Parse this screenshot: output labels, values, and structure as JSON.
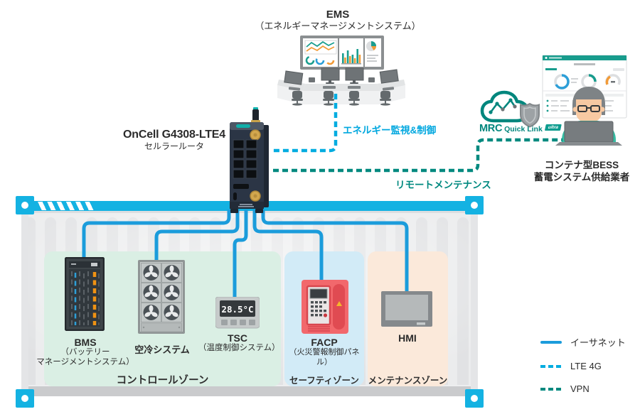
{
  "ems": {
    "title": "EMS",
    "subtitle": "（エネルギーマネージメントシステム）"
  },
  "router": {
    "model": "OnCell G4308-LTE4",
    "type_label": "セルラールータ"
  },
  "links": {
    "energy_monitoring": "エネルギー監視&制御",
    "remote_maintenance": "リモートメンテナンス"
  },
  "mrc": {
    "name_primary": "MRC",
    "name_secondary": "Quick Link",
    "badge": "ultra"
  },
  "supplier": {
    "line1": "コンテナ型BESS",
    "line2": "蓄電システム供給業者"
  },
  "container": {
    "zones": [
      {
        "id": "control",
        "label": "コントロールゾーン",
        "color": "#DAEFE4"
      },
      {
        "id": "safety",
        "label": "セーフティゾーン",
        "color": "#D2EBF7"
      },
      {
        "id": "maintenance",
        "label": "メンテナンスゾーン",
        "color": "#FBE9DA"
      }
    ],
    "devices": {
      "bms": {
        "name": "BMS",
        "desc1": "（バッテリー",
        "desc2": "マネージメントシステム）"
      },
      "cooling": {
        "name": "空冷システム"
      },
      "tsc": {
        "name": "TSC",
        "desc": "（温度制御システム）",
        "display_value": "28.5°C"
      },
      "facp": {
        "name": "FACP",
        "desc": "（火災警報制御パネル）"
      },
      "hmi": {
        "name": "HMI"
      }
    }
  },
  "legend": [
    {
      "label": "イーサネット",
      "style": "solid",
      "color": "#1B9CDB"
    },
    {
      "label": "LTE 4G",
      "style": "dashed",
      "color": "#00ACE0"
    },
    {
      "label": "VPN",
      "style": "dashed",
      "color": "#00897F"
    }
  ],
  "colors": {
    "ethernet": "#1B9CDB",
    "lte": "#00ACE0",
    "vpn": "#00897F",
    "container_accent": "#14B2E2",
    "mrc_teal": "#00867D",
    "router_body": "#2B3545",
    "facp_red": "#F2686C",
    "chart_teal": "#1A9E8F",
    "chart_orange": "#F29B38"
  }
}
